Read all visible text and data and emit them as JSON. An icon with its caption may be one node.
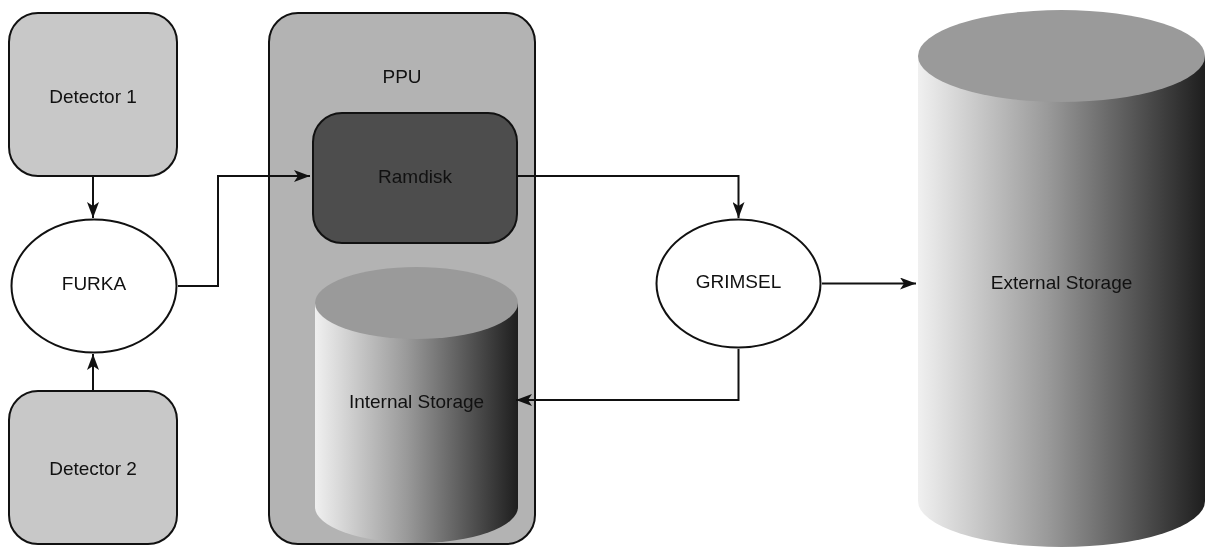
{
  "diagram": {
    "nodes": [
      {
        "text": [
          "Detector 1"
        ]
      },
      {
        "text": [
          "FURKA"
        ]
      },
      {
        "text": [
          "Detector 2"
        ]
      },
      {
        "text": [
          "PPU"
        ]
      },
      {
        "text": [
          "Ramdisk"
        ],
        "in": 3
      },
      {
        "text": [
          "Internal Storage"
        ],
        "in": 3
      },
      {
        "text": [
          "GRIMSEL"
        ]
      },
      {
        "text": [
          "External Storage"
        ]
      }
    ],
    "edges": [
      {
        "from": 0,
        "to": 1,
        "arrow": "to"
      },
      {
        "from": 2,
        "to": 1,
        "arrow": "to"
      },
      {
        "from": 1,
        "to": 4,
        "arrow": "to"
      },
      {
        "from": 4,
        "to": 6,
        "arrow": "to"
      },
      {
        "from": 6,
        "to": 7,
        "arrow": "to"
      },
      {
        "from": 6,
        "to": 5,
        "arrow": "to"
      }
    ]
  }
}
